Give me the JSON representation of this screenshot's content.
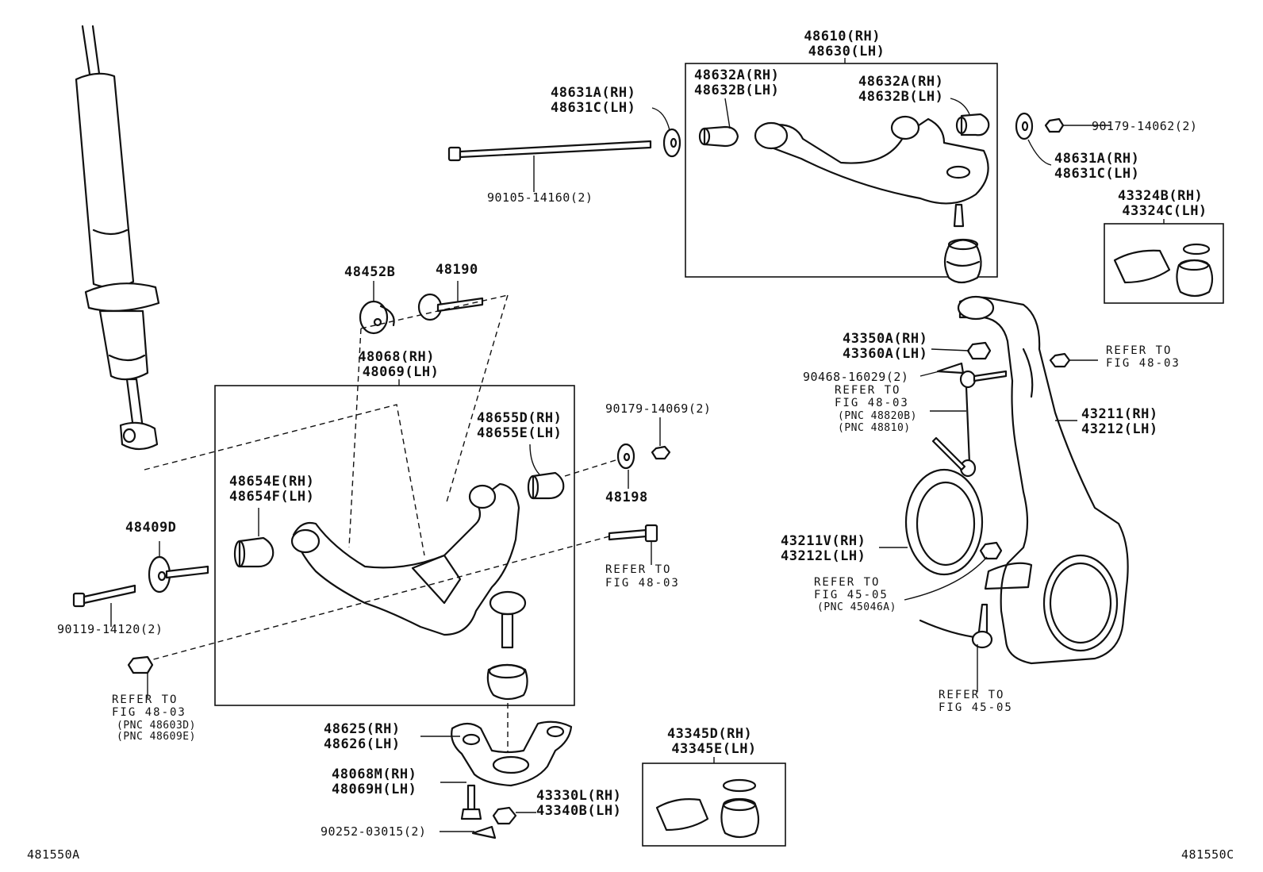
{
  "diagram": {
    "footer_left": "481550A",
    "footer_right": "481550C",
    "labels": {
      "upper_arm": [
        "48610(RH)",
        "48630(LH)"
      ],
      "upper_bushing_l": [
        "48632A(RH)",
        "48632B(LH)"
      ],
      "upper_bushing_r": [
        "48632A(RH)",
        "48632B(LH)"
      ],
      "upper_washer_l": [
        "48631A(RH)",
        "48631C(LH)"
      ],
      "upper_washer_r": [
        "48631A(RH)",
        "48631C(LH)"
      ],
      "upper_nut": "90179-14062(2)",
      "upper_bolt": "90105-14160(2)",
      "boot_kit_upper": [
        "43324B(RH)",
        "43324C(LH)"
      ],
      "cam_plate": "48452B",
      "cam_bolt": "48190",
      "lower_arm": [
        "48068(RH)",
        "48069(LH)"
      ],
      "lower_bushing_r": [
        "48655D(RH)",
        "48655E(LH)"
      ],
      "lower_nut": "90179-14069(2)",
      "lower_washer": "48198",
      "lower_bushing_l": [
        "48654E(RH)",
        "48654F(LH)"
      ],
      "cam_washer": "48409D",
      "lower_bolt": "90119-14120(2)",
      "stab_nut": [
        "43350A(RH)",
        "43360A(LH)"
      ],
      "cotter_pin_upper": "90468-16029(2)",
      "knuckle": [
        "43211(RH)",
        "43212(LH)"
      ],
      "oil_seal": [
        "43211V(RH)",
        "43212L(LH)"
      ],
      "ball_joint_bracket": [
        "48625(RH)",
        "48626(LH)"
      ],
      "bracket_bolt": [
        "48068M(RH)",
        "48069H(LH)"
      ],
      "ball_joint_nut": [
        "43330L(RH)",
        "43340B(LH)"
      ],
      "cotter_pin_lower": "90252-03015(2)",
      "boot_kit_lower": [
        "43345D(RH)",
        "43345E(LH)"
      ]
    },
    "references": {
      "ref_knuckle_bolt": [
        "REFER TO",
        "FIG 48-03"
      ],
      "ref_stab_link": [
        "REFER TO",
        "FIG 48-03",
        "(PNC 48820B)",
        "(PNC 48810)"
      ],
      "ref_lower_bolt": [
        "REFER TO",
        "FIG 48-03"
      ],
      "ref_lower_nut": [
        "REFER TO",
        "FIG 48-03",
        "(PNC 48603D)",
        "(PNC 48609E)"
      ],
      "ref_hub_nut": [
        "REFER TO",
        "FIG 45-05",
        "(PNC 45046A)"
      ],
      "ref_tie_rod": [
        "REFER TO",
        "FIG 45-05"
      ]
    }
  }
}
